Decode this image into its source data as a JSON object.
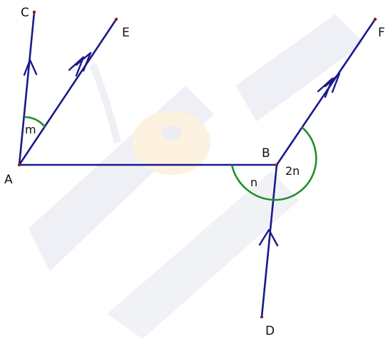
{
  "points": {
    "A": "A",
    "B": "B",
    "C": "C",
    "D": "D",
    "E": "E",
    "F": "F"
  },
  "angles": {
    "m": "m",
    "n": "n",
    "two_n": "2n"
  },
  "colors": {
    "segment": "#1a1a8c",
    "arc": "#1f8f2a",
    "point": "#8a1f1f",
    "watermark": "#eef0f5",
    "watermark_accent": "#fdf1e0"
  },
  "watermark": "bee-logo-watermark"
}
